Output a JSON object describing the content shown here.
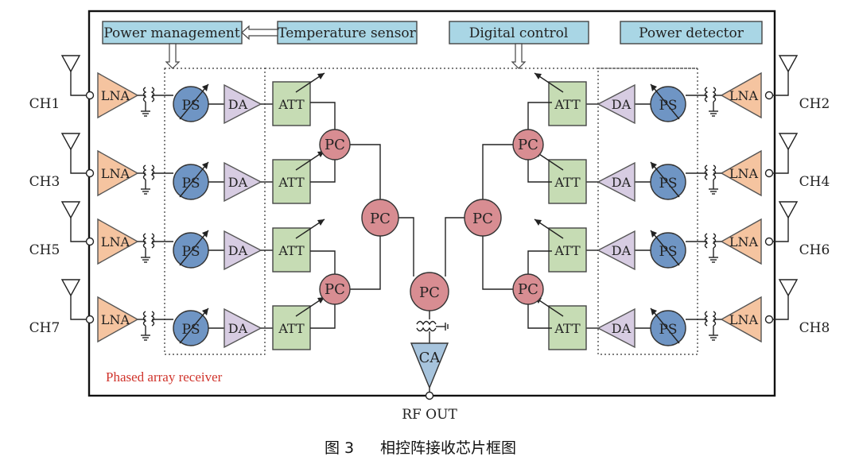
{
  "top_blocks": {
    "power_management": "Power management",
    "temperature_sensor": "Temperature sensor",
    "digital_control": "Digital control",
    "power_detector": "Power detector"
  },
  "channels": {
    "ch1": "CH1",
    "ch2": "CH2",
    "ch3": "CH3",
    "ch4": "CH4",
    "ch5": "CH5",
    "ch6": "CH6",
    "ch7": "CH7",
    "ch8": "CH8"
  },
  "blocks": {
    "lna": "LNA",
    "ps": "PS",
    "da": "DA",
    "att": "ATT",
    "pc": "PC",
    "ca": "CA"
  },
  "receiver_label": "Phased array receiver",
  "rf_out": "RF OUT",
  "caption": {
    "figure": "图 3",
    "text": "相控阵接收芯片框图"
  },
  "colors": {
    "top_box": "#a9d6e5",
    "lna": "#f5c4a0",
    "ps": "#6f95c4",
    "da": "#d7cce2",
    "att": "#c6dcb4",
    "pc": "#d88d92",
    "ca": "#a7c4dd",
    "receiver_label": "#d0342c"
  }
}
